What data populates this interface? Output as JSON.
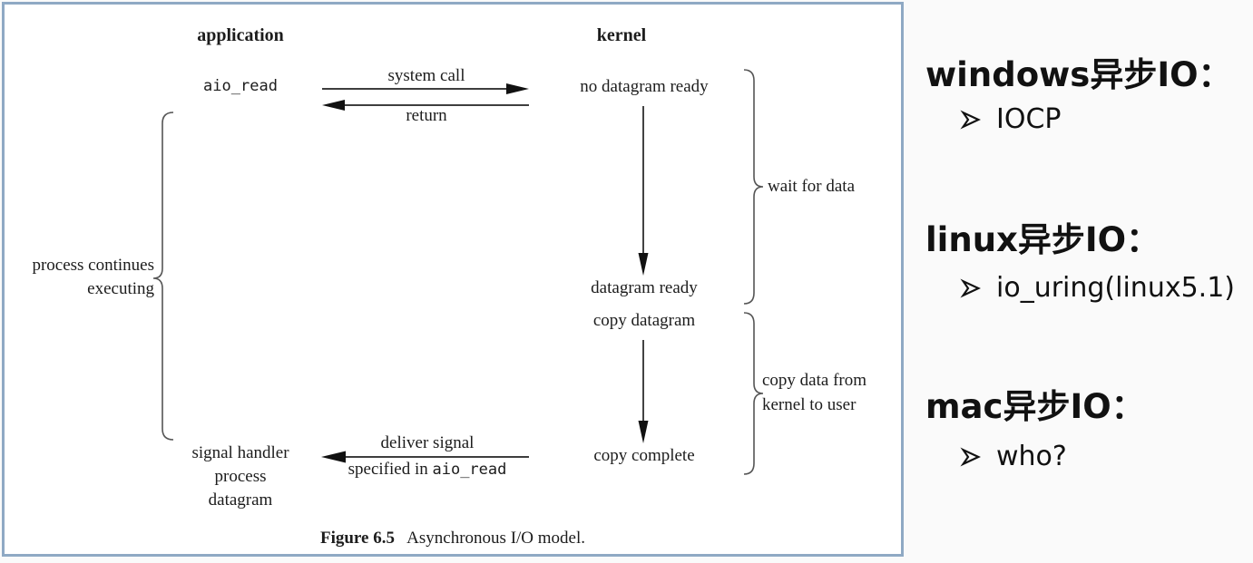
{
  "figure": {
    "headers": {
      "application": "application",
      "kernel": "kernel"
    },
    "app_call": "aio_read",
    "arrows": {
      "system_call": "system call",
      "return_label": "return",
      "deliver_signal": "deliver signal",
      "specified_prefix": "specified in",
      "specified_code": "aio_read"
    },
    "kernel_states": {
      "no_datagram_ready": "no datagram ready",
      "datagram_ready": "datagram ready",
      "copy_datagram": "copy datagram",
      "copy_complete": "copy complete"
    },
    "braces": {
      "wait_for_data": "wait for data",
      "copy_from_line1": "copy data from",
      "copy_from_line2": "kernel to user",
      "process_line1": "process continues",
      "process_line2": "executing"
    },
    "signal_handler": {
      "line1": "signal handler",
      "line2": "process",
      "line3": "datagram"
    },
    "caption": {
      "label": "Figure 6.5",
      "text": "Asynchronous I/O model."
    }
  },
  "notes": {
    "bullet_glyph": "➢",
    "sections": [
      {
        "heading": "windows异步IO：",
        "items": [
          "IOCP"
        ]
      },
      {
        "heading": "linux异步IO：",
        "items": [
          "io_uring(linux5.1)"
        ]
      },
      {
        "heading": "mac异步IO：",
        "items": [
          "who?"
        ]
      }
    ]
  },
  "colors": {
    "figure_border": "#8fa9c4",
    "ink": "#1c1c1c",
    "page_bg": "#fafafa"
  }
}
